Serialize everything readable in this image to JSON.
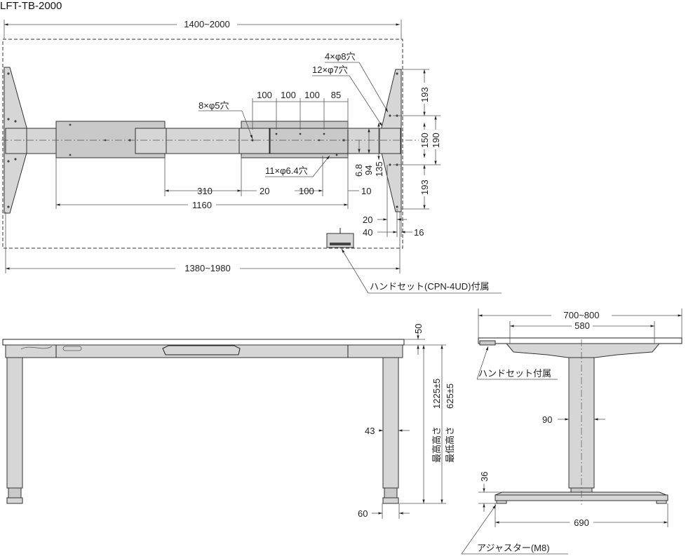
{
  "model": "LFT-TB-2000",
  "plan_view": {
    "top_width": "1400~2000",
    "frame_width": "1380~1980",
    "holes_4": "4×φ8穴",
    "holes_12": "12×φ7穴",
    "holes_8": "8×φ5穴",
    "holes_11": "11×φ6.4穴",
    "pitch_1": "100",
    "pitch_2": "100",
    "pitch_3": "100",
    "pitch_4": "85",
    "dim_310": "310",
    "dim_20a": "20",
    "dim_100": "100",
    "dim_10": "10",
    "dim_1160": "1160",
    "dim_6_8": "6.8",
    "dim_94": "94",
    "dim_135": "135",
    "dim_193a": "193",
    "dim_150": "150",
    "dim_190": "190",
    "dim_193b": "193",
    "dim_20b": "20",
    "dim_40": "40",
    "dim_16": "16",
    "handset_note": "ハンドセット(CPN-4UD)付属"
  },
  "front_view": {
    "dim_50": "50",
    "max_height_label": "最高高さ",
    "max_height_value": "1225±5",
    "min_height_label": "最低高さ",
    "min_height_value": "625±5",
    "dim_43": "43",
    "dim_60": "60"
  },
  "side_view": {
    "top_depth": "700~800",
    "arm_width": "580",
    "handset_note": "ハンドセット付属",
    "dim_90": "90",
    "dim_36": "36",
    "foot_width": "690",
    "adjuster_note": "アジャスター(M8)"
  }
}
